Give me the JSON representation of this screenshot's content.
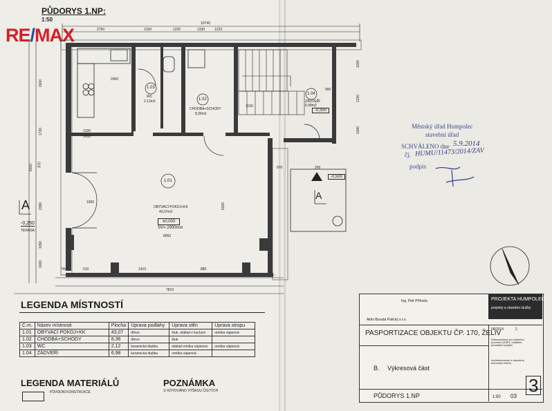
{
  "logo": {
    "re": "RE",
    "slash": "/",
    "max": "MAX"
  },
  "drawing": {
    "title": "PŮDORYS 1.NP:",
    "scale": "1:50",
    "section_marker": "A",
    "terrace_level": "-0,250",
    "terrace_label": "TERASA",
    "level_1": "-0,350",
    "level_2": "-0,500",
    "rooms": [
      {
        "id": "1.01",
        "name": "OBÝVACÍ POKOJ+KK",
        "area": "43,07m2",
        "extra": "SV= 2900mm",
        "level": "±0,000"
      },
      {
        "id": "1.02",
        "name": "CHODBA+SCHODY",
        "area": "8,36m2"
      },
      {
        "id": "1.03",
        "name": "WC",
        "area": "2,12m2"
      },
      {
        "id": "1.04",
        "name": "ZÁDVEŘÍ",
        "area": "6,98m2"
      }
    ],
    "dims": {
      "top_overall": "10740",
      "top_parts": [
        "2750",
        "1330",
        "1220",
        "1330",
        "1220"
      ],
      "bottom_overall": "7810",
      "left_parts": [
        "2600",
        "1720",
        "870",
        "2380",
        "1050",
        "1000"
      ],
      "left_overall": "9010",
      "room_inner": "8950",
      "room_height": "5200",
      "right_parts": [
        "1000",
        "1220",
        "1000"
      ],
      "misc": [
        "1330",
        "1650",
        "1900",
        "2900",
        "870",
        "510",
        "1410",
        "880",
        "1150",
        "740",
        "900",
        "260"
      ]
    }
  },
  "legend_rooms": {
    "title": "LEGENDA MÍSTNOSTÍ",
    "headers": [
      "Č.m.",
      "Název místnosti",
      "Plocha",
      "Úprava podlahy",
      "Úprava stěn",
      "Úprava stropu"
    ],
    "rows": [
      [
        "1.01",
        "OBÝVACÍ POKOJ+KK",
        "43,07",
        "dřevo",
        "štuk, obklad v kuchyni",
        "omítka vápenná"
      ],
      [
        "1.02",
        "CHODBA+SCHODY",
        "8,36",
        "dřevo",
        "štuk",
        ""
      ],
      [
        "1.03",
        "WC",
        "2,12",
        "keramická dlažba",
        "obklad omítka vápenná",
        "omítka vápenná"
      ],
      [
        "1.04",
        "ZÁDVEŘÍ",
        "6,98",
        "keramická dlažba",
        "omítka vápenná",
        ""
      ]
    ]
  },
  "legend_materials": {
    "title": "LEGENDA MATERIÁLŮ",
    "item": "PŮVODNÍ KONSTRUKCE"
  },
  "note": {
    "title": "POZNÁMKA",
    "text": "1/ KÓTOVÁNO VÝŠKOU ČISTÝCH"
  },
  "stamp": {
    "line1": "Městský úřad Humpolec",
    "line2": "stavební úřad",
    "approved_label": "SCHVÁLENO dne",
    "date_hand": "5.9.2014",
    "ref_label": "čj.",
    "ref_hand": "HUMU/11473/2014/ZAV",
    "sign_label": "podpis"
  },
  "title_block": {
    "company": "PROJEKTA HUMPOLEC",
    "company_sub": "projekty a stavební služby",
    "designer": "Ing. Petr Příhoda",
    "investor": "Aktiv Burada Palický s.r.o.",
    "project": "PASPORTIZACE OBJEKTU ČP. 170, ŽELIV",
    "part_code": "B.",
    "part_name": "Výkresová část",
    "sheet_name": "PŮDORYS 1.NP",
    "scale": "1:50",
    "sheet_no": "03",
    "page_no": "3",
    "date": "08/2014",
    "format": "2",
    "right_desc1": "Dokumentace pro stavební povolení (DSP), ohlášení prováděcí projekt",
    "right_desc2": "Architektonické a stavebně technické řešení"
  }
}
